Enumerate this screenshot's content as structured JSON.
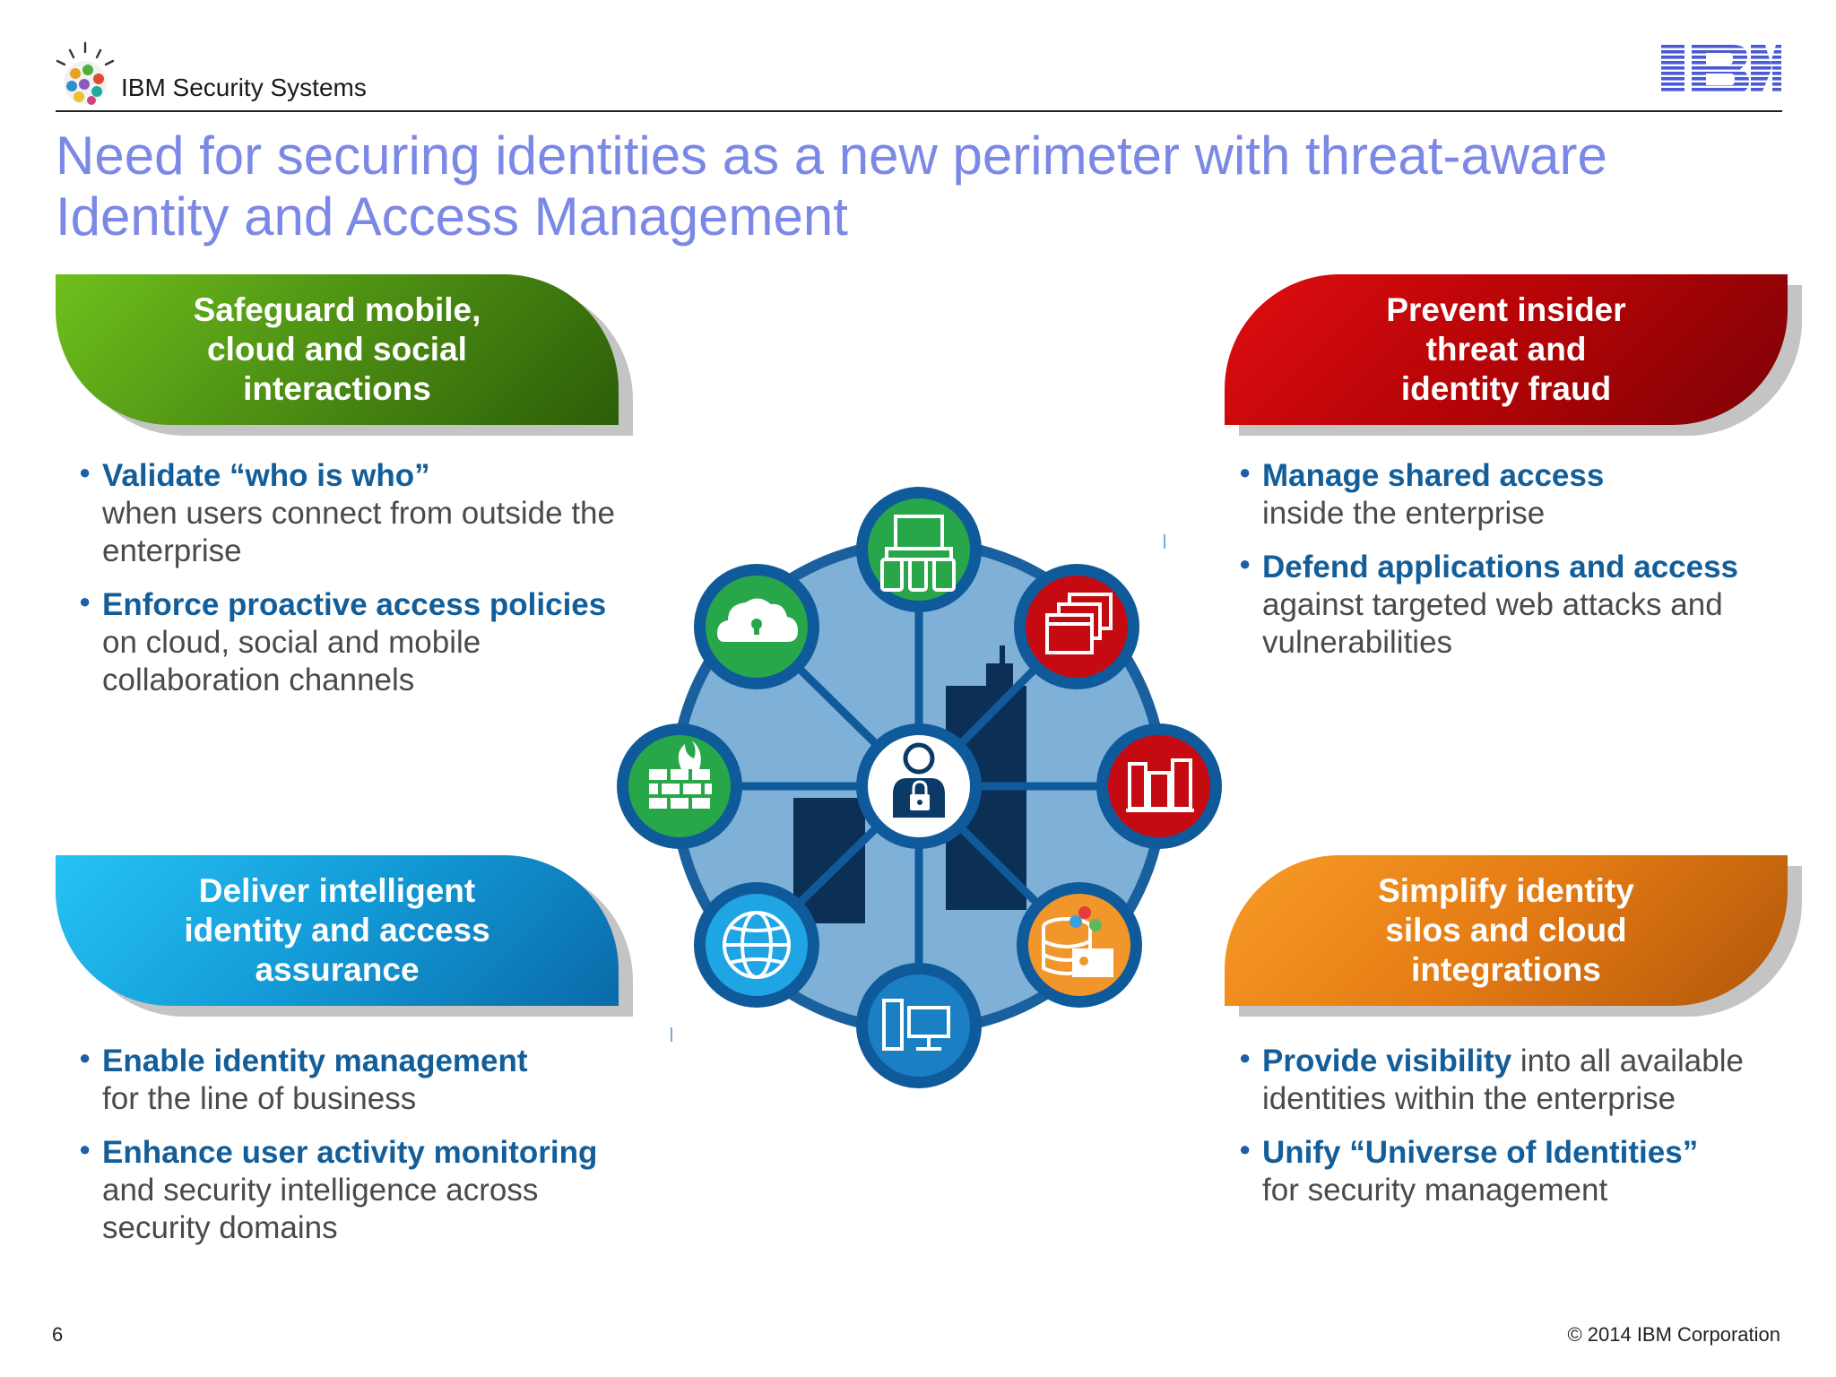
{
  "header": {
    "brand": "IBM Security Systems",
    "logo_alt": "IBM"
  },
  "title": "Need for securing identities as a new perimeter with threat-aware\nIdentity and Access Management",
  "quadrants": {
    "top_left": {
      "banner": "Safeguard mobile,\ncloud and social\ninteractions",
      "color": "#4f9214",
      "bullets": [
        {
          "strong": "Validate “who is who”",
          "rest": "when users connect from outside the enterprise"
        },
        {
          "strong": "Enforce proactive access policies",
          "rest": "on cloud, social and mobile collaboration channels"
        }
      ]
    },
    "top_right": {
      "banner": "Prevent insider\nthreat and\nidentity fraud",
      "color": "#b40407",
      "bullets": [
        {
          "strong": "Manage shared access",
          "rest": "inside the enterprise"
        },
        {
          "strong": "Defend applications and access",
          "rest": "against targeted web attacks and vulnerabilities"
        }
      ]
    },
    "bottom_left": {
      "banner": "Deliver intelligent\nidentity and access\nassurance",
      "color": "#129ad6",
      "bullets": [
        {
          "strong": "Enable identity management",
          "rest": "for the line of business"
        },
        {
          "strong": "Enhance user activity monitoring",
          "rest": "and security intelligence across security domains"
        }
      ]
    },
    "bottom_right": {
      "banner": "Simplify identity\nsilos and cloud\nintegrations",
      "color": "#e47b14",
      "bullets": [
        {
          "strong": "Provide visibility",
          "rest": "into all available identities within the enterprise"
        },
        {
          "strong": "Unify “Universe of Identities”",
          "rest": "for security management"
        }
      ]
    }
  },
  "diagram_icons": [
    "devices-icon",
    "browser-windows-icon",
    "servers-icon",
    "database-identity-icon",
    "desktop-computer-icon",
    "globe-icon",
    "firewall-icon",
    "cloud-lock-icon",
    "user-lock-icon"
  ],
  "footer": {
    "page_number": "6",
    "copyright": "© 2014 IBM Corporation"
  }
}
